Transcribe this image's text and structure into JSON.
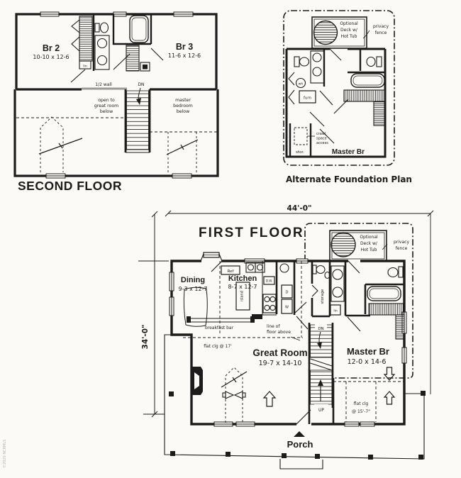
{
  "colors": {
    "ink": "#1c1c1c",
    "paper": "#fbfaf7",
    "half_wall_gray": "#9a9a9a"
  },
  "watermark": "©2020 NCRMLS",
  "second_floor": {
    "title": "SECOND FLOOR",
    "br2_name": "Br 2",
    "br2_dims": "10-10 x 12-6",
    "br3_name": "Br 3",
    "br3_dims": "11-6 x 12-6",
    "lin": "lin",
    "half_wall": "1/2 wall",
    "dn": "DN",
    "open_l1": "open to",
    "open_l2": "great room",
    "open_l3": "below",
    "master_l1": "master",
    "master_l2": "bedroom",
    "master_l3": "below"
  },
  "foundation": {
    "title": "Alternate Foundation Plan",
    "deck_l1": "Optional",
    "deck_l2": "Deck w/",
    "deck_l3": "Hot Tub",
    "fence_l1": "privacy",
    "fence_l2": "fence",
    "wh": "wh",
    "furn": "furn",
    "crawl_l1": "crawl",
    "crawl_l2": "space",
    "crawl_l3": "access",
    "stor": "stor.",
    "master": "Master Br"
  },
  "first_floor": {
    "title": "FIRST FLOOR",
    "dim_w": "44'-0\"",
    "dim_h": "34'-0\"",
    "deck_l1": "Optional",
    "deck_l2": "Deck w/",
    "deck_l3": "Hot Tub",
    "fence_l1": "privacy",
    "fence_l2": "fence",
    "dining_name": "Dining",
    "dining_dims": "9-3 x 12-7",
    "kitchen_name": "Kitchen",
    "kitchen_dims": "8-7 x 12-7",
    "ref": "Ref",
    "island": "island",
    "dw": "D.W.",
    "dryer": "D",
    "washer": "W",
    "storage": "storage",
    "lin": "lin",
    "breakfast_bar": "breakfast bar",
    "line_of_l1": "line of",
    "line_of_l2": "floor above",
    "flat_clg_17": "flat clg @ 17'",
    "great_name": "Great Room",
    "great_dims": "19-7 x 14-10",
    "master_name": "Master Br",
    "master_dims": "12-0 x 14-6",
    "dn": "DN",
    "up": "UP",
    "flat_clg_l1": "flat clg",
    "flat_clg_l2": "@ 15'-7\"",
    "porch": "Porch"
  }
}
